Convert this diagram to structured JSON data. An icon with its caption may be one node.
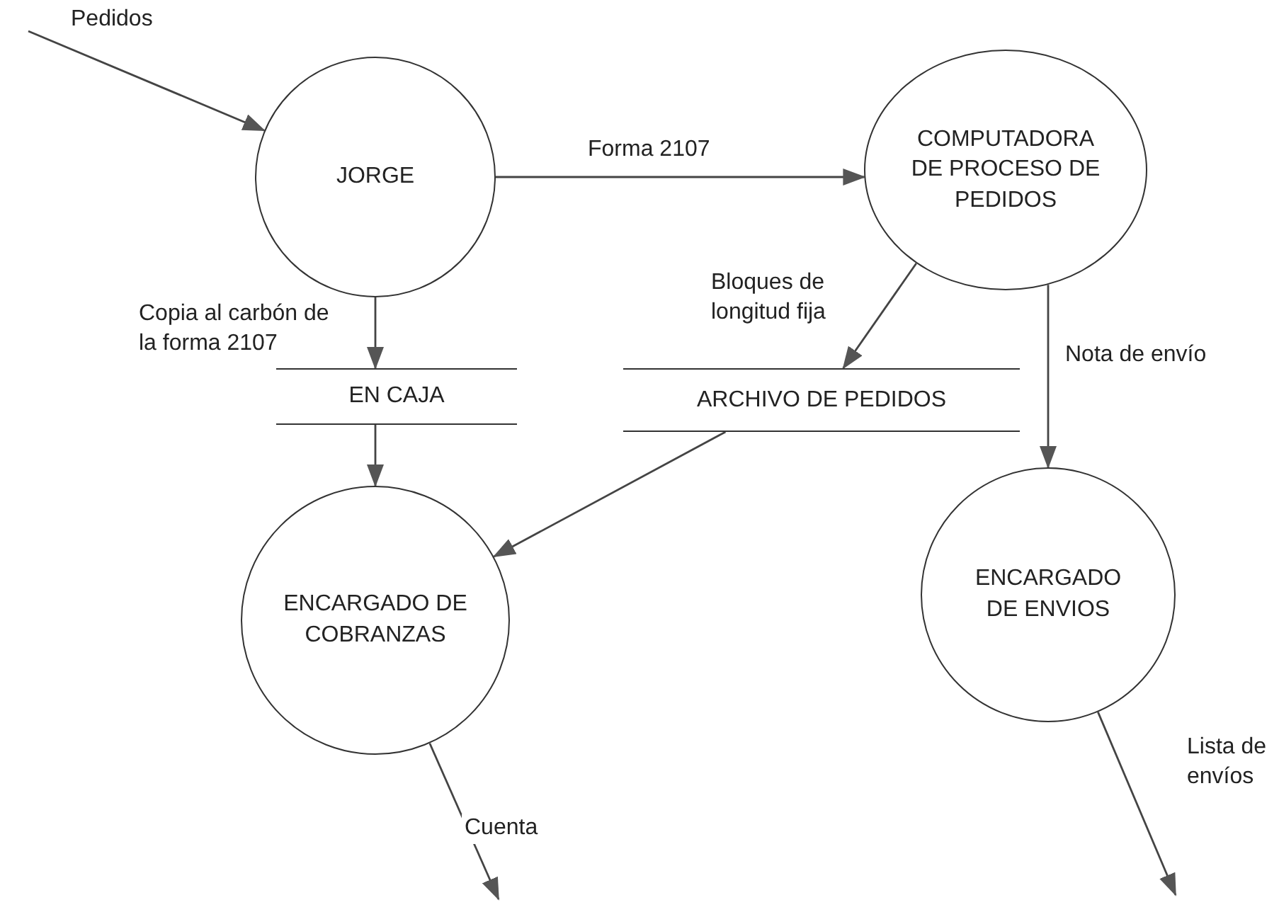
{
  "diagram": {
    "nodes": [
      {
        "text": [
          "JORGE"
        ]
      },
      {
        "text": [
          "COMPUTADORA DE PROCESO DE PEDIDOS"
        ]
      },
      {
        "text": [
          "EN CAJA"
        ]
      },
      {
        "text": [
          "ARCHIVO DE PEDIDOS"
        ]
      },
      {
        "text": [
          "ENCARGADO DE COBRANZAS"
        ]
      },
      {
        "text": [
          "ENCARGADO DE ENVIOS"
        ]
      }
    ],
    "edges": [
      {
        "from": null,
        "to": 0,
        "arrow": "to",
        "label": "Pedidos"
      },
      {
        "from": 0,
        "to": 1,
        "arrow": "to",
        "label": "Forma 2107"
      },
      {
        "from": 0,
        "to": 2,
        "arrow": "to",
        "label": "Copia al carbón de la forma 2107"
      },
      {
        "from": 1,
        "to": 3,
        "arrow": "to",
        "label": "Bloques de longitud fija"
      },
      {
        "from": 1,
        "to": 5,
        "arrow": "to",
        "label": "Nota de envío"
      },
      {
        "from": 2,
        "to": 4,
        "arrow": "to"
      },
      {
        "from": 3,
        "to": 4,
        "arrow": "to"
      },
      {
        "from": 4,
        "to": null,
        "arrow": "to",
        "label": "Cuenta"
      },
      {
        "from": 5,
        "to": null,
        "arrow": "to",
        "label": "Lista de envíos"
      }
    ]
  }
}
